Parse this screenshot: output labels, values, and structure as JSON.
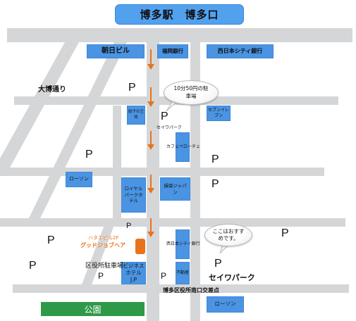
{
  "title": "博多駅　博多口",
  "streets": {
    "daihaku": "大博通り"
  },
  "buildings": {
    "asahi": "朝日ビル",
    "fukuoka_bank": "福岡銀行",
    "nishinippon_bank_top": "西日本シティ銀行",
    "gyoza": "餃子の王将",
    "seven": "セブンイレブン",
    "cafe": "カフェベローチェ",
    "lawson_left": "ローソン",
    "royal_park": "ロイヤルパークホテル",
    "sompo": "損保ジャパン",
    "nishinippon_bank_low": "西日本シティ銀行",
    "business": "ビジネスホテルJ.P",
    "fudousan": "不動産",
    "lawson_bottom": "ローソン"
  },
  "labels": {
    "hatae_building": "ハタエビル2F",
    "good_job": "グッドジョブヘア",
    "city_office_parking": "区役所駐車場",
    "seiwa_park_small": "セイワパーク",
    "seiwa_park_large": "セイワパーク",
    "intersection": "博多区役所南口交差点",
    "park": "公園"
  },
  "bubbles": {
    "parking_rate": "10分50円の駐車場",
    "recommended": "ここはおすすめです。"
  },
  "parking_symbol": "P",
  "colors": {
    "road": "#d5d6d8",
    "building": "#4a94e3",
    "arrow": "#e8731d",
    "destination": "#e8731d",
    "park": "#2e9a47",
    "title_bg": "#52a1ef"
  }
}
